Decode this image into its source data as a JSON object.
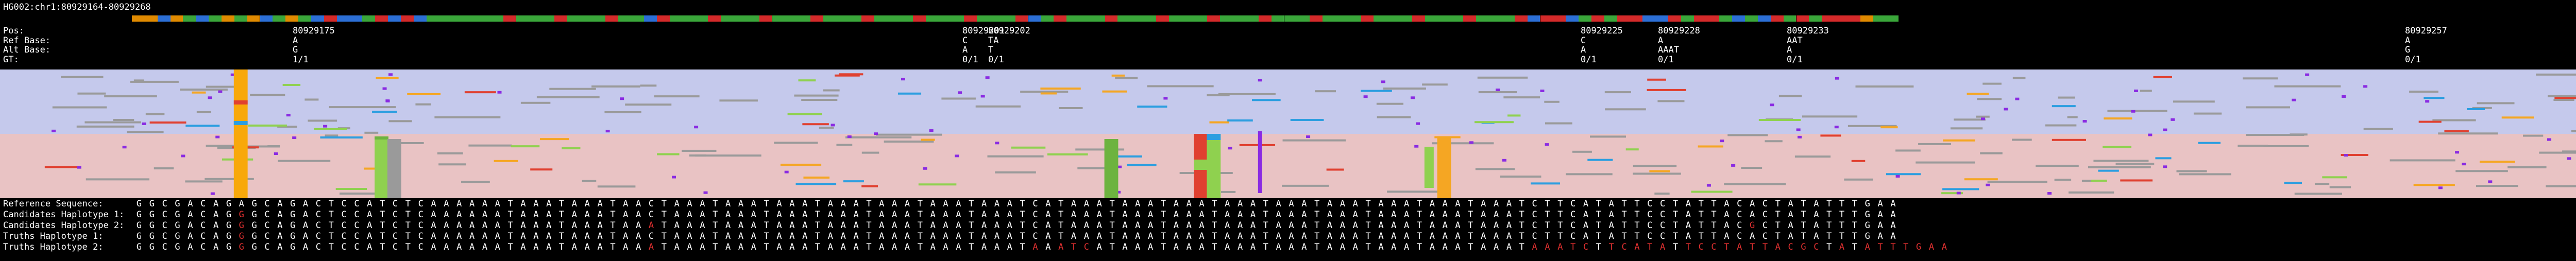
{
  "title": "HG002:chr1:80929164-80929268",
  "info_labels": [
    "Pos:",
    "Ref Base:",
    "Alt Base:",
    "GT:"
  ],
  "variants": [
    {
      "pos": "80929175",
      "ref": "A",
      "alt": "G",
      "gt": "1/1"
    },
    {
      "pos": "80929201",
      "ref": "C",
      "alt": "A",
      "gt": "0/1"
    },
    {
      "pos": "80929202",
      "ref": "TA",
      "alt": "T",
      "gt": "0/1"
    },
    {
      "pos": "80929225",
      "ref": "C",
      "alt": "A",
      "gt": "0/1"
    },
    {
      "pos": "80929228",
      "ref": "A",
      "alt": "AAAT",
      "gt": "0/1"
    },
    {
      "pos": "80929233",
      "ref": "AAT",
      "alt": "A",
      "gt": "0/1"
    },
    {
      "pos": "80929257",
      "ref": "A",
      "alt": "G",
      "gt": "0/1"
    }
  ],
  "sequence_labels": [
    "Reference Sequence:",
    "Candidates Haplotype 1:",
    "Candidates Haplotype 2:",
    "Truths Haplotype 1:",
    "Truths Haplotype 2:"
  ],
  "sequences": [
    "GGCGACAGAGCAGACTCCATCTCAAAAAATAAATAAATAACTAAATAAATAAATAAATAAATAAATAAATCATAAATAAATAAATAAATAAATAAATAAATAAATAAATCTTCATATTCCTATTACACTATATTTGAA",
    "GGCGACAGGGCAGACTCCATCTCAAAAAATAAATAAATAACTAAATAAATAAATAAATAAATAAATAAATCATAAATAAATAAATAAATAAATAAATAAATAAATAAATCTTCATATTCCTATTACACTATATTTGAA",
    "GGCGACAGGGCAGACTCCATCTCAAAAAATAAATAAATAAATAAATAAATAAATAAATAAATAAATAAATCATAAATAAATAAATAAATAAATAAATAAATAAATAAATCTTCATATTCCTATTACGCTATATTTGAA",
    "GGCGACAGGGCAGACTCCATCTCAAAAAATAAATAAATAACTAAATAAATAAATAAATAAATAAATAAATCATAAATAAATAAATAAATAAATAAATAAATAAATAAATCTTCATATTCCTATTACACTATATTTGAA",
    "GGCGACAGGGCAGACTCCATCTCAAAAAATAAATAAATAAATAAATAAATAAATAAATAAATAAATAAATAAATCATAAATAAATAAATAAATAAATAAATAAATAAATAAATCTTCATATTCCTATTACGCTATATTTGAA"
  ],
  "colors": {
    "A": "#3aa63a",
    "C": "#2c6fd6",
    "G": "#e08a00",
    "T": "#d42a2a",
    "mismatch": "#e03030",
    "upper_band": "#c5c9ec",
    "lower_band": "#e9c3c4",
    "insertion": "#8a2be2"
  }
}
